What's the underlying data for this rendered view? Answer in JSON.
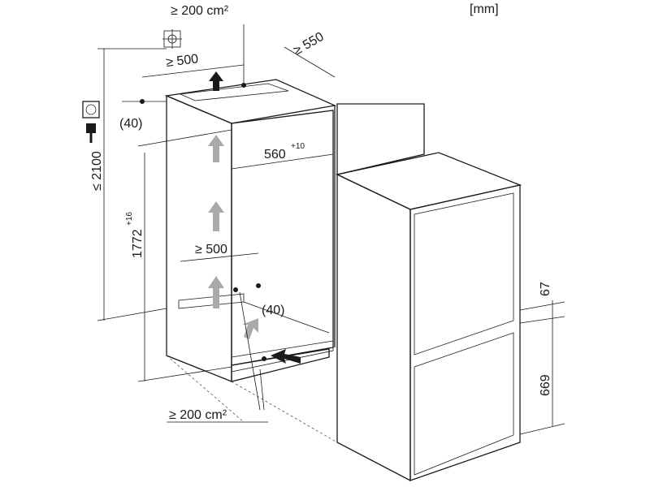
{
  "unit": "[mm]",
  "top_vent_area": "≥ 200 cm²",
  "bottom_vent_area": "≥ 200 cm²",
  "depth_min": "≥ 550",
  "top_vent_depth": "≥ 500",
  "top_gap": "(40)",
  "niche_width": "560",
  "niche_width_tol": "+10",
  "max_height": "≤ 2100",
  "niche_height": "1772",
  "niche_height_tol": "+16",
  "bottom_vent_depth": "≥ 500",
  "bottom_gap": "(40)",
  "door_gap": "67",
  "lower_door_height": "669",
  "colors": {
    "panel": "#d0d0d0",
    "arrow": "#aaaaaa",
    "line": "#1a1a1a"
  }
}
